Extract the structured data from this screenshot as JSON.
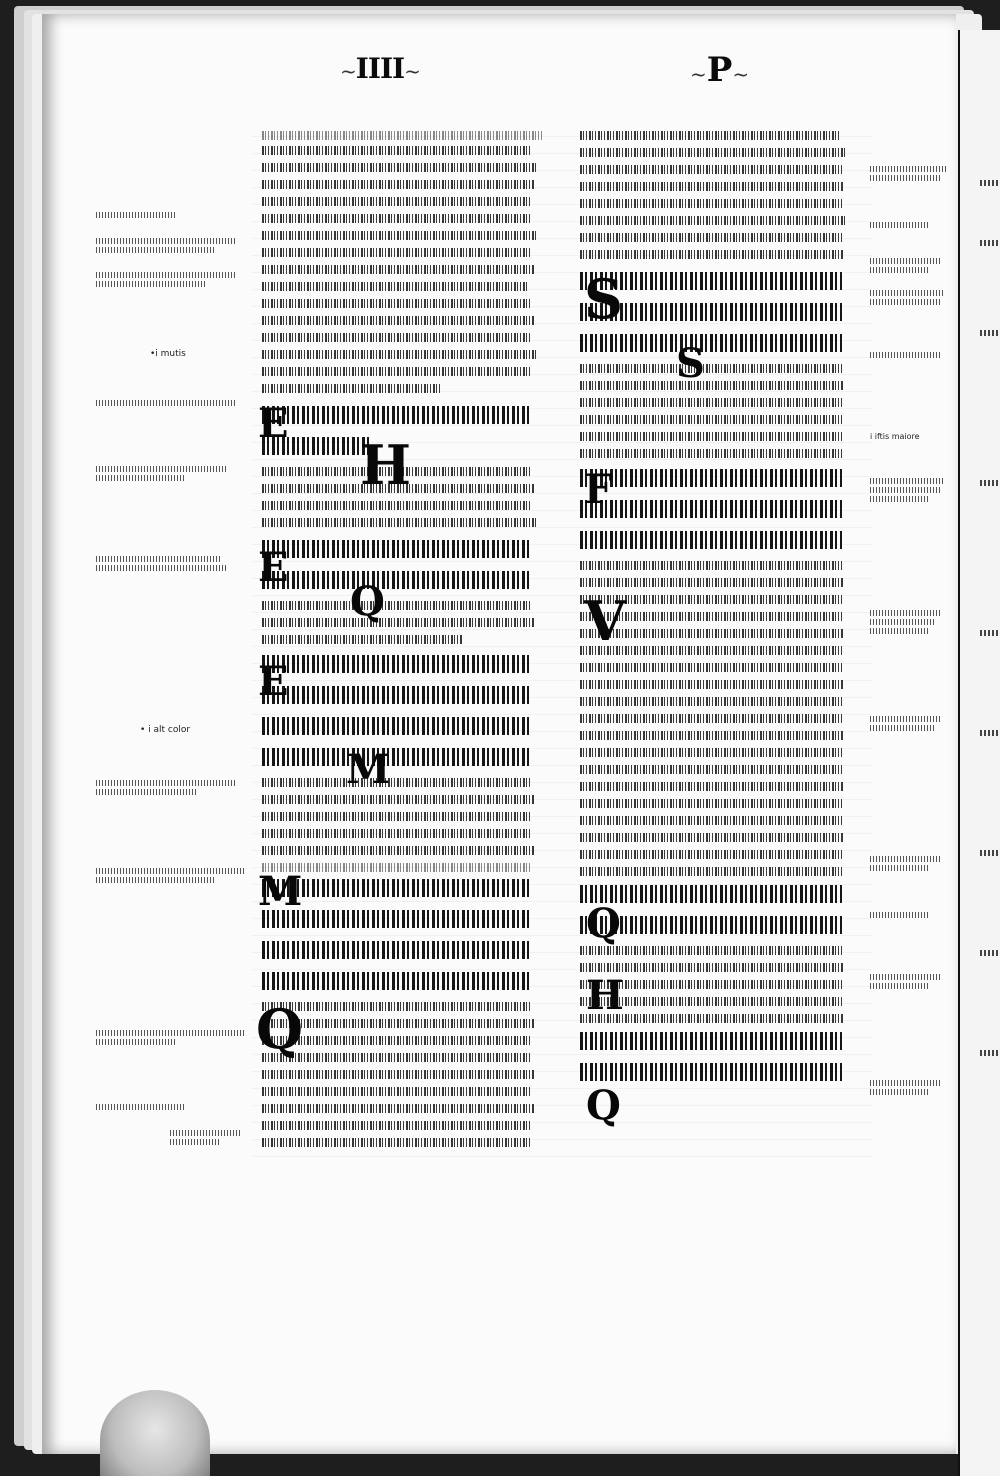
{
  "page": {
    "running_head_left": "IIII",
    "running_head_right": "P",
    "column_left": {
      "initials": [
        "E",
        "H",
        "E",
        "Q",
        "E",
        "M",
        "M",
        "Q"
      ]
    },
    "column_right": {
      "initials": [
        "S",
        "S",
        "F",
        "V",
        "Q",
        "H",
        "Q"
      ]
    },
    "margin_left_notes": [
      "•i mutis",
      "• i alt color"
    ],
    "margin_right_notes": [
      "i iftis maiore"
    ]
  }
}
